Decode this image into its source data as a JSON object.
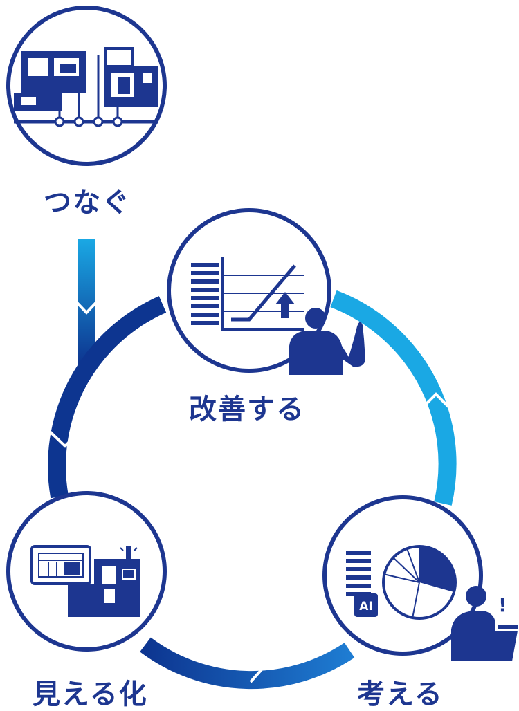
{
  "steps": {
    "connect": {
      "label": "つなぐ"
    },
    "improve": {
      "label": "改善する"
    },
    "visualize": {
      "label": "見える化"
    },
    "think": {
      "label": "考える"
    }
  },
  "badges": {
    "ai": "AI",
    "exclaim": "!"
  },
  "colors": {
    "navy": "#1d3690",
    "arrow_dark": "#0d3590",
    "arrow_mid": "#1e6fc8",
    "arrow_light": "#1aa8e4",
    "white": "#ffffff"
  },
  "icons": {
    "connect": "factory-network-icon",
    "improve": "improvement-chart-icon",
    "visualize": "monitor-machine-icon",
    "think": "ai-pie-chart-icon"
  }
}
